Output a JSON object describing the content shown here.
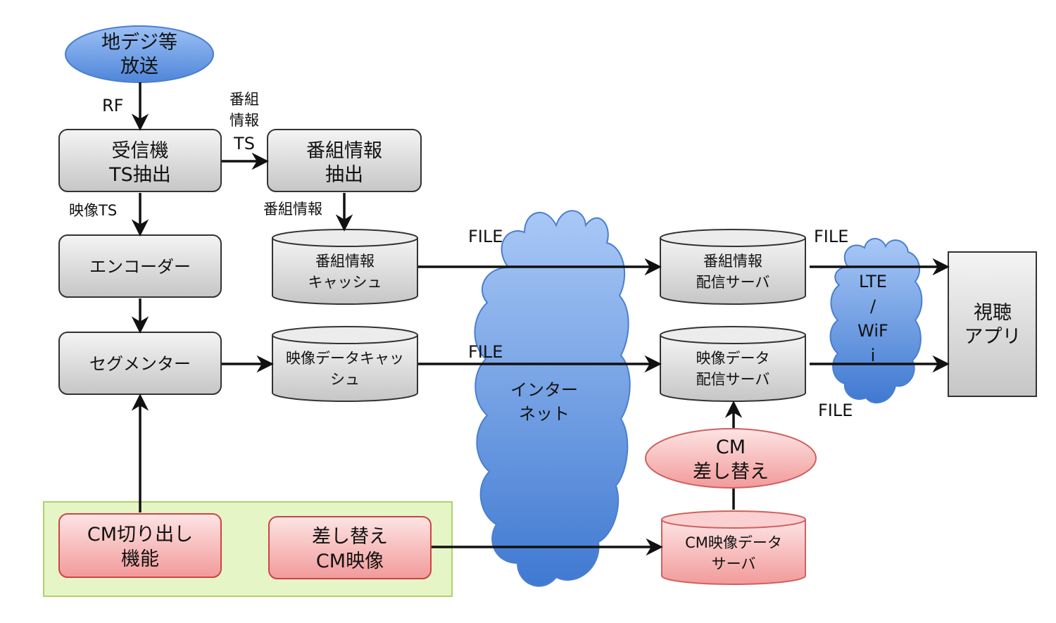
{
  "nodes": {
    "broadcast": [
      "地デジ等",
      "放送"
    ],
    "receiver": [
      "受信機",
      "TS抽出"
    ],
    "program_extract": [
      "番組情報",
      "抽出"
    ],
    "encoder": [
      "エンコーダー"
    ],
    "segmenter": [
      "セグメンター"
    ],
    "program_cache": [
      "番組情報",
      "キャッシュ"
    ],
    "video_cache": [
      "映像データキャッ",
      "シュ"
    ],
    "internet": [
      "インター",
      "ネット"
    ],
    "program_server": [
      "番組情報",
      "配信サーバ"
    ],
    "video_server": [
      "映像データ",
      "配信サーバ"
    ],
    "cm_replace": [
      "CM",
      "差し替え"
    ],
    "cm_server": [
      "CM映像データ",
      "サーバ"
    ],
    "lte_wifi": [
      "LTE",
      "/",
      "WiF",
      "i"
    ],
    "viewer_app": [
      "視聴",
      "アプリ"
    ],
    "cm_cut": [
      "CM切り出し",
      "機能"
    ],
    "replace_cm_video": [
      "差し替え",
      "CM映像"
    ]
  },
  "edge_labels": {
    "rf": "RF",
    "program_ts": [
      "番組",
      "情報",
      "TS"
    ],
    "video_ts": "映像TS",
    "program_info": "番組情報",
    "file_top_left": "FILE",
    "file_mid_left": "FILE",
    "file_top_right": "FILE",
    "file_bottom_right": "FILE"
  },
  "colors": {
    "blue_ellipse": "#6a9ee6",
    "gray_box": "#d9d9d9",
    "pink_box": "#f6b1b1",
    "green_panel": "#e6f5c6",
    "cloud_blue": "#5b8fde"
  }
}
